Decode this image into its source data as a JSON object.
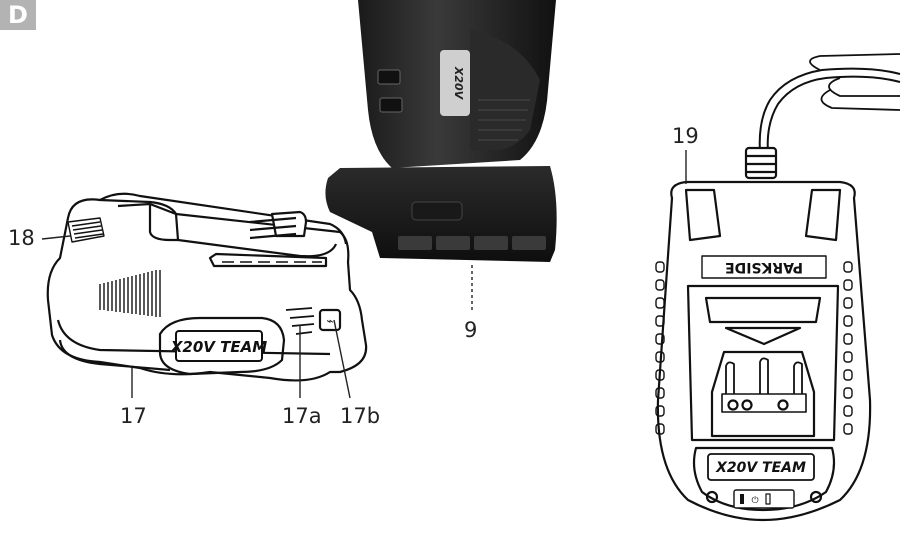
{
  "language_tab": "D",
  "callouts": {
    "c18": "18",
    "c17": "17",
    "c17a": "17a",
    "c17b": "17b",
    "c9": "9",
    "c19": "19"
  },
  "product_text": {
    "battery_logo": "X20V TEAM",
    "tool_logo": "X20V",
    "charger_brand": "PARKSIDE",
    "charger_logo": "X20V TEAM"
  }
}
